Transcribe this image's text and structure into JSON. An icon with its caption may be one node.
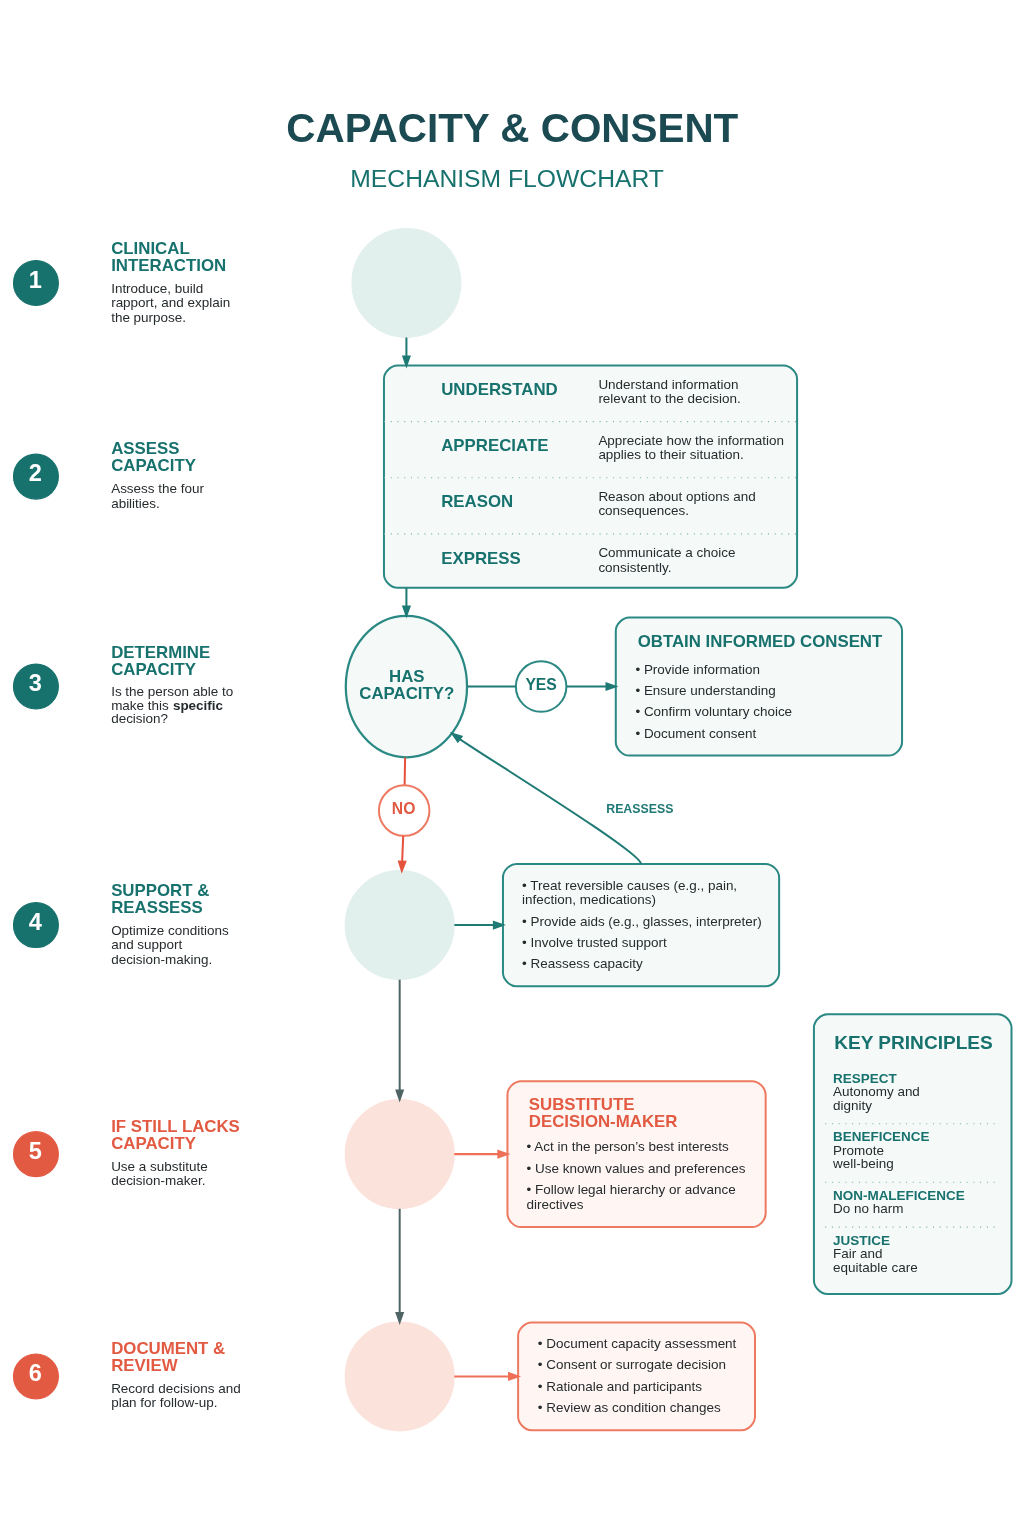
{
  "diagram": {
    "title": "CAPACITY & CONSENT",
    "nodes": [
      {
        "text": [
          "1"
        ],
        "beside": [
          "CLINICAL INTERACTION",
          "Introduce, build rapport, and explain the purpose."
        ]
      },
      {
        "text": [],
        "shape": "circle"
      },
      {
        "text": [
          "2"
        ],
        "beside": [
          "ASSESS CAPACITY",
          "Assess the four abilities."
        ]
      },
      {
        "text": [
          "UNDERSTAND",
          "Understand information relevant to the decision.",
          "APPRECIATE",
          "Appreciate how the information applies to their situation.",
          "REASON",
          "Reason about options and consequences.",
          "EXPRESS",
          "Communicate a choice consistently."
        ]
      },
      {
        "text": [
          "3"
        ],
        "beside": [
          "DETERMINE CAPACITY",
          "Is the person able to make this **specific** decision?"
        ]
      },
      {
        "text": [
          "HAS CAPACITY?"
        ]
      },
      {
        "text": [
          "YES"
        ]
      },
      {
        "text": [
          "OBTAIN INFORMED CONSENT",
          "• Provide information",
          "• Ensure understanding",
          "• Confirm voluntary choice",
          "• Document consent"
        ]
      },
      {
        "text": [
          "NO"
        ]
      },
      {
        "text": [
          "4"
        ],
        "beside": [
          "SUPPORT & REASSESS",
          "Optimize conditions and support decision-making."
        ]
      },
      {
        "text": [],
        "shape": "circle"
      },
      {
        "text": [
          "• Treat reversible causes (e.g., pain, infection, medications)",
          "• Provide aids (e.g., glasses, interpreter)",
          "• Involve trusted support",
          "• Reassess capacity"
        ]
      },
      {
        "text": [
          "5"
        ],
        "beside": [
          "IF STILL LACKS CAPACITY",
          "Use a substitute decision-maker."
        ]
      },
      {
        "text": [],
        "shape": "circle"
      },
      {
        "text": [
          "SUBSTITUTE DECISION-MAKER",
          "• Act in the person’s best interests",
          "• Use known values and preferences",
          "• Follow legal hierarchy or advance directives"
        ]
      },
      {
        "text": [
          "6"
        ],
        "beside": [
          "DOCUMENT & REVIEW",
          "Record decisions and plan for follow-up."
        ]
      },
      {
        "text": [],
        "shape": "circle"
      },
      {
        "text": [
          "• Document capacity assessment",
          "• Consent or surrogate decision",
          "• Rationale and participants",
          "• Review as condition changes"
        ]
      },
      {
        "text": [
          "KEY PRINCIPLES",
          "RESPECT",
          "Autonomy and dignity",
          "BENEFICENCE",
          "Promote well-being",
          "NON-MALEFICENCE",
          "Do no harm",
          "JUSTICE",
          "Fair and equitable care"
        ]
      }
    ],
    "edges": [
      {
        "from": 1,
        "to": 3,
        "arrow": "to"
      },
      {
        "from": 3,
        "to": 5,
        "arrow": "to"
      },
      {
        "from": 5,
        "to": 6,
        "arrow": "none"
      },
      {
        "from": 6,
        "to": 7,
        "arrow": "to"
      },
      {
        "from": 5,
        "to": 8,
        "arrow": "none",
        "color": "#e5533d"
      },
      {
        "from": 8,
        "to": 10,
        "arrow": "to",
        "color": "#e5533d"
      },
      {
        "from": 11,
        "to": 5,
        "arrow": "to",
        "label": "REASSESS"
      },
      {
        "from": 10,
        "to": 11,
        "arrow": "to"
      },
      {
        "from": 10,
        "to": 13,
        "arrow": "to",
        "color": "#4f6464"
      },
      {
        "from": 13,
        "to": 14,
        "arrow": "to",
        "color": "#ef6f57"
      },
      {
        "from": 13,
        "to": 16,
        "arrow": "to",
        "color": "#4f6464"
      },
      {
        "from": 16,
        "to": 17,
        "arrow": "to",
        "color": "#ef6f57"
      }
    ],
    "labels": [
      "MECHANISM FLOWCHART"
    ]
  }
}
